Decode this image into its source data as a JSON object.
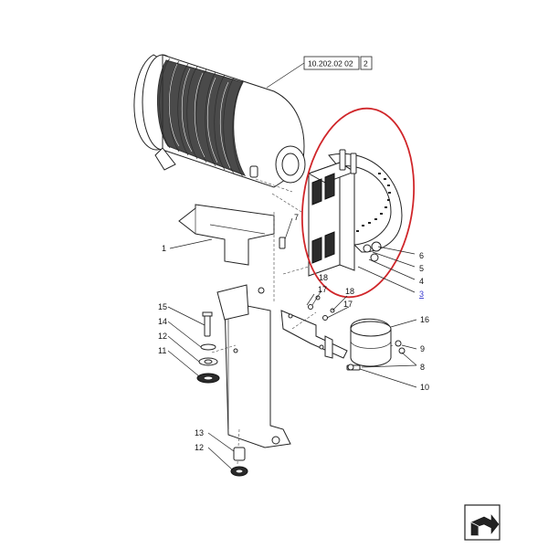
{
  "reference_box": {
    "code": "10.202.02 02",
    "page": "2"
  },
  "highlight_color": "#d0262a",
  "link_color": "#3a3ad0",
  "callouts": [
    {
      "id": "c1",
      "text": "1"
    },
    {
      "id": "c4",
      "text": "4"
    },
    {
      "id": "c5",
      "text": "5"
    },
    {
      "id": "c6",
      "text": "6"
    },
    {
      "id": "c7",
      "text": "7"
    },
    {
      "id": "c3",
      "text": "3",
      "is_link": true
    },
    {
      "id": "c8",
      "text": "8"
    },
    {
      "id": "c9",
      "text": "9"
    },
    {
      "id": "c10",
      "text": "10"
    },
    {
      "id": "c11",
      "text": "11"
    },
    {
      "id": "c12a",
      "text": "12"
    },
    {
      "id": "c12b",
      "text": "12"
    },
    {
      "id": "c13",
      "text": "13"
    },
    {
      "id": "c14",
      "text": "14"
    },
    {
      "id": "c15",
      "text": "15"
    },
    {
      "id": "c16",
      "text": "16"
    },
    {
      "id": "c17a",
      "text": "17"
    },
    {
      "id": "c17b",
      "text": "17"
    },
    {
      "id": "c18a",
      "text": "18"
    },
    {
      "id": "c18b",
      "text": "18"
    }
  ],
  "nav_icon": "next-page-arrow-icon"
}
